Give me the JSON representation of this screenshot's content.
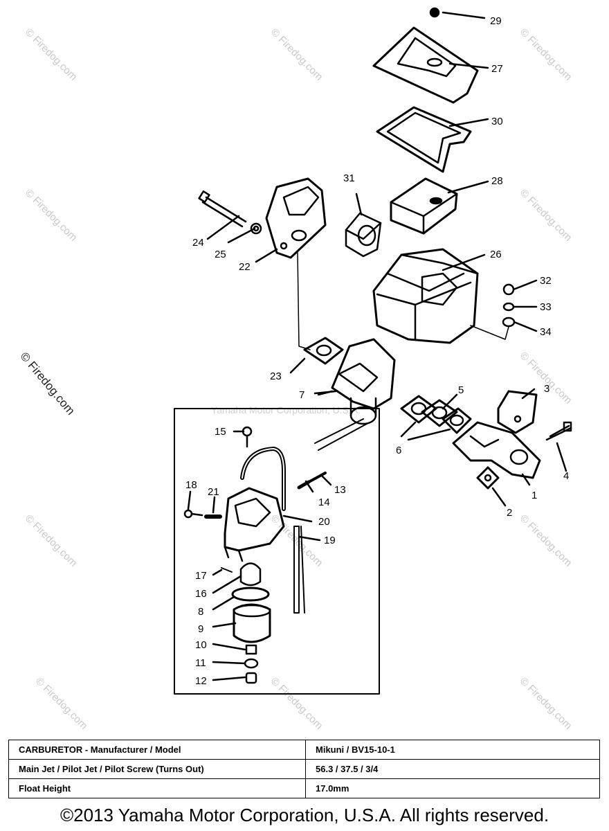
{
  "watermark": {
    "text": "© Firedog.com",
    "center_text": "Yamaha Motor Corporation, U.S.A."
  },
  "callouts": [
    "1",
    "2",
    "3",
    "4",
    "5",
    "6",
    "7",
    "8",
    "9",
    "10",
    "11",
    "12",
    "13",
    "14",
    "15",
    "16",
    "17",
    "18",
    "19",
    "20",
    "21",
    "22",
    "23",
    "24",
    "25",
    "26",
    "27",
    "28",
    "29",
    "30",
    "31",
    "32",
    "33",
    "34"
  ],
  "spec_table": [
    [
      "CARBURETOR - Manufacturer / Model",
      "Mikuni / BV15-10-1"
    ],
    [
      "Main Jet / Pilot Jet / Pilot Screw (Turns Out)",
      "56.3 / 37.5 / 3/4"
    ],
    [
      "Float Height",
      "17.0mm"
    ]
  ],
  "copyright": "©2013 Yamaha Motor Corporation, U.S.A. All rights reserved."
}
